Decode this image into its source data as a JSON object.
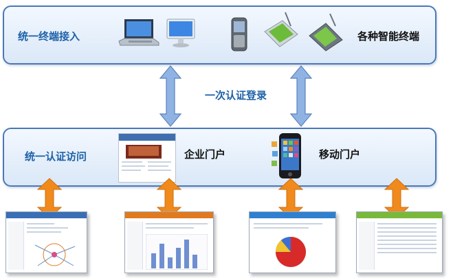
{
  "top_panel": {
    "left_label": "统一终端接入",
    "right_label": "各种智能终端",
    "devices": [
      "laptop-icon",
      "monitor-icon",
      "phone-icon",
      "tablet-icon",
      "pda-icon"
    ]
  },
  "connector_label": "一次认证登录",
  "middle_panel": {
    "left_label": "统一认证访问",
    "portals": [
      {
        "icon": "enterprise-portal-screenshot",
        "label": "企业门户"
      },
      {
        "icon": "smartphone-icon",
        "label": "移动门户"
      }
    ]
  },
  "colors": {
    "panel_border": "#4a78b8",
    "blue_arrow": "#8fb3e3",
    "orange_arrow": "#f08a1c",
    "label_blue": "#1e62a8"
  },
  "apps": [
    {
      "icon": "app1-dashboard-screenshot",
      "header_color": "#3a6fb5"
    },
    {
      "icon": "app2-barchart-screenshot",
      "header_color": "#e07a20"
    },
    {
      "icon": "app3-piechart-screenshot",
      "header_color": "#2f7fd0"
    },
    {
      "icon": "app4-table-screenshot",
      "header_color": "#7ab83a"
    }
  ]
}
